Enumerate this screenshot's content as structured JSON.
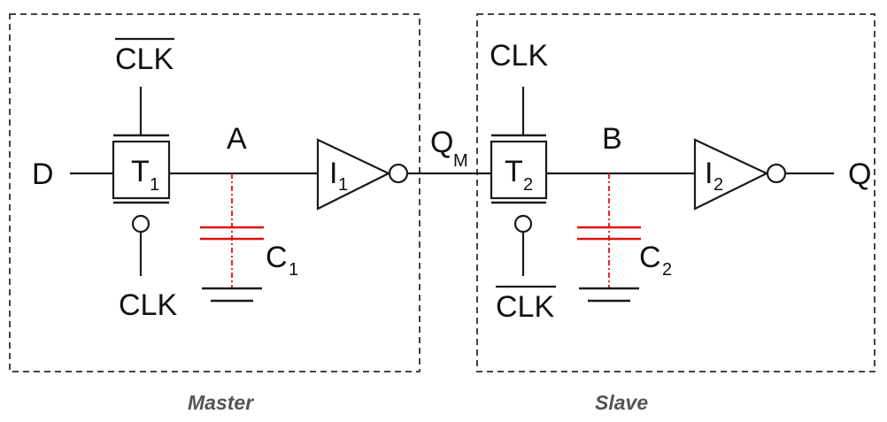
{
  "signals": {
    "input": "D",
    "output": "Q",
    "node_a": "A",
    "node_b": "B",
    "qm": "Q",
    "qm_sub": "M"
  },
  "master": {
    "caption": "Master",
    "clk_top": "CLK",
    "clk_bottom": "CLK",
    "gate": "T",
    "gate_sub": "1",
    "inverter": "I",
    "inverter_sub": "1",
    "cap": "C",
    "cap_sub": "1"
  },
  "slave": {
    "caption": "Slave",
    "clk_top": "CLK",
    "clk_bottom": "CLK",
    "gate": "T",
    "gate_sub": "2",
    "inverter": "I",
    "inverter_sub": "2",
    "cap": "C",
    "cap_sub": "2"
  },
  "colors": {
    "wire": "#1a1a1a",
    "parasitic": "#e01010",
    "frame": "#444444",
    "caption": "#555555"
  }
}
